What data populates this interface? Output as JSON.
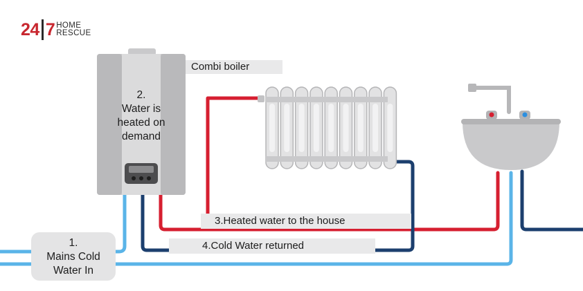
{
  "logo": {
    "num_left": "24",
    "num_right": "7",
    "text_top": "HOME",
    "text_bottom": "RESCUE"
  },
  "labels": {
    "boiler": "Combi boiler",
    "heated_water": "3.Heated water to the house",
    "cold_returned": "4.Cold Water returned"
  },
  "steps": {
    "mains": {
      "line1": "1.",
      "line2": "Mains Cold",
      "line3": "Water In"
    },
    "heated": {
      "line1": "2.",
      "line2": "Water is",
      "line3": "heated on",
      "line4": "demand"
    }
  },
  "colors": {
    "hot_pipe": "#d61f30",
    "cold_pipe": "#5ab4e8",
    "return_pipe": "#1c3f6e",
    "appliance": "#c9c9cb",
    "label_bg": "#e9e9ea",
    "brand_red": "#c8272f"
  }
}
